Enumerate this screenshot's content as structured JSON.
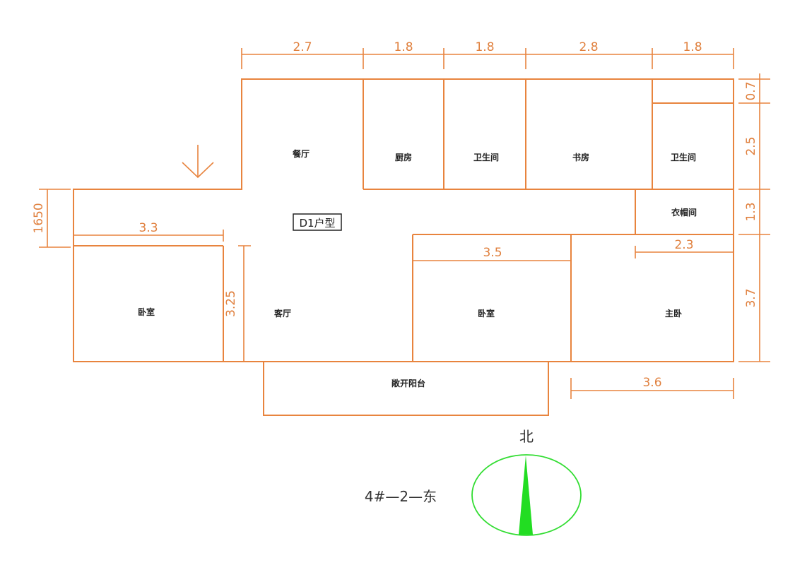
{
  "plan": {
    "type_label": "D1户型",
    "building_label": "4#—2—东",
    "north_label": "北",
    "rooms": {
      "dining": "餐厅",
      "kitchen": "厨房",
      "bathroom1": "卫生间",
      "study": "书房",
      "bathroom2": "卫生间",
      "cloakroom": "衣帽间",
      "bedroom_left": "卧室",
      "living": "客厅",
      "bedroom_mid": "卧室",
      "master": "主卧",
      "balcony": "敞开阳台"
    },
    "dims_top": [
      "2.7",
      "1.8",
      "1.8",
      "2.8",
      "1.8"
    ],
    "dims_right": [
      "0.7",
      "2.5",
      "1.3",
      "3.7"
    ],
    "dim_left": "1650",
    "dim_bedroom_width": "3.3",
    "dim_living_depth": "3.25",
    "dim_bedroom_mid": "3.5",
    "dim_cloak": "2.3",
    "dim_master": "3.6"
  },
  "colors": {
    "wall": "#e8843e",
    "compass": "#22dd22"
  }
}
